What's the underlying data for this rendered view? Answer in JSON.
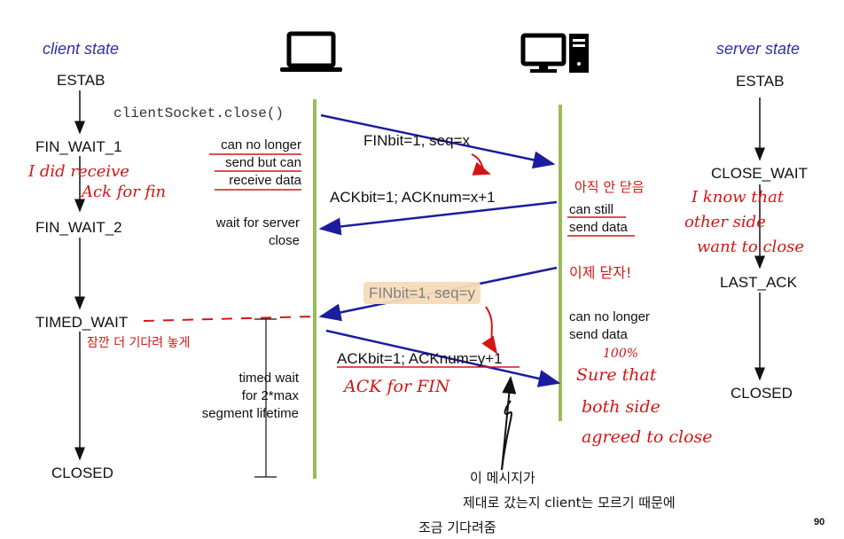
{
  "client": {
    "state_title": "client state",
    "states": [
      "ESTAB",
      "FIN_WAIT_1",
      "FIN_WAIT_2",
      "TIMED_WAIT",
      "CLOSED"
    ],
    "call": "clientSocket.close()",
    "notes": {
      "no_longer_1": "can no longer",
      "no_longer_2": "send but can",
      "no_longer_3": "receive data",
      "wait_1": "wait for server",
      "wait_2": "close",
      "timed_1": "timed wait",
      "timed_2": "for 2*max",
      "timed_3": "segment lifetime"
    }
  },
  "server": {
    "state_title": "server state",
    "states": [
      "ESTAB",
      "CLOSE_WAIT",
      "LAST_ACK",
      "CLOSED"
    ],
    "notes": {
      "still_1": "can still",
      "still_2": "send data",
      "nolonger_1": "can no longer",
      "nolonger_2": "send data"
    }
  },
  "messages": {
    "fin1": "FINbit=1, seq=x",
    "ack1": "ACKbit=1; ACKnum=x+1",
    "fin2": "FINbit=1, seq=y",
    "ack2": "ACKbit=1; ACKnum=y+1"
  },
  "annotations": {
    "client_1": "I did receive",
    "client_2": "Ack for fin",
    "server_1": "I know that",
    "server_2": "other side",
    "server_3": "want to close",
    "ack_fin": "ACK for FIN",
    "kr_1": "아직 안 닫음",
    "kr_2": "이제 닫자!",
    "kr_3": "잠깐 더 기다려 놓게",
    "pct": "100%",
    "sure_1": "Sure that",
    "sure_2": "both side",
    "sure_3": "agreed to close",
    "bottom_1": "이 메시지가",
    "bottom_2": "제대로 갔는지 client는 모르기 때문에",
    "bottom_3": "조금 기다려줌"
  },
  "page_number": "90",
  "colors": {
    "arrow": "#1c1ca0",
    "timeline": "#9bbb59",
    "ink": "#d41515",
    "title": "#2f2fa8"
  },
  "icons": [
    "laptop-icon",
    "desktop-icon"
  ]
}
